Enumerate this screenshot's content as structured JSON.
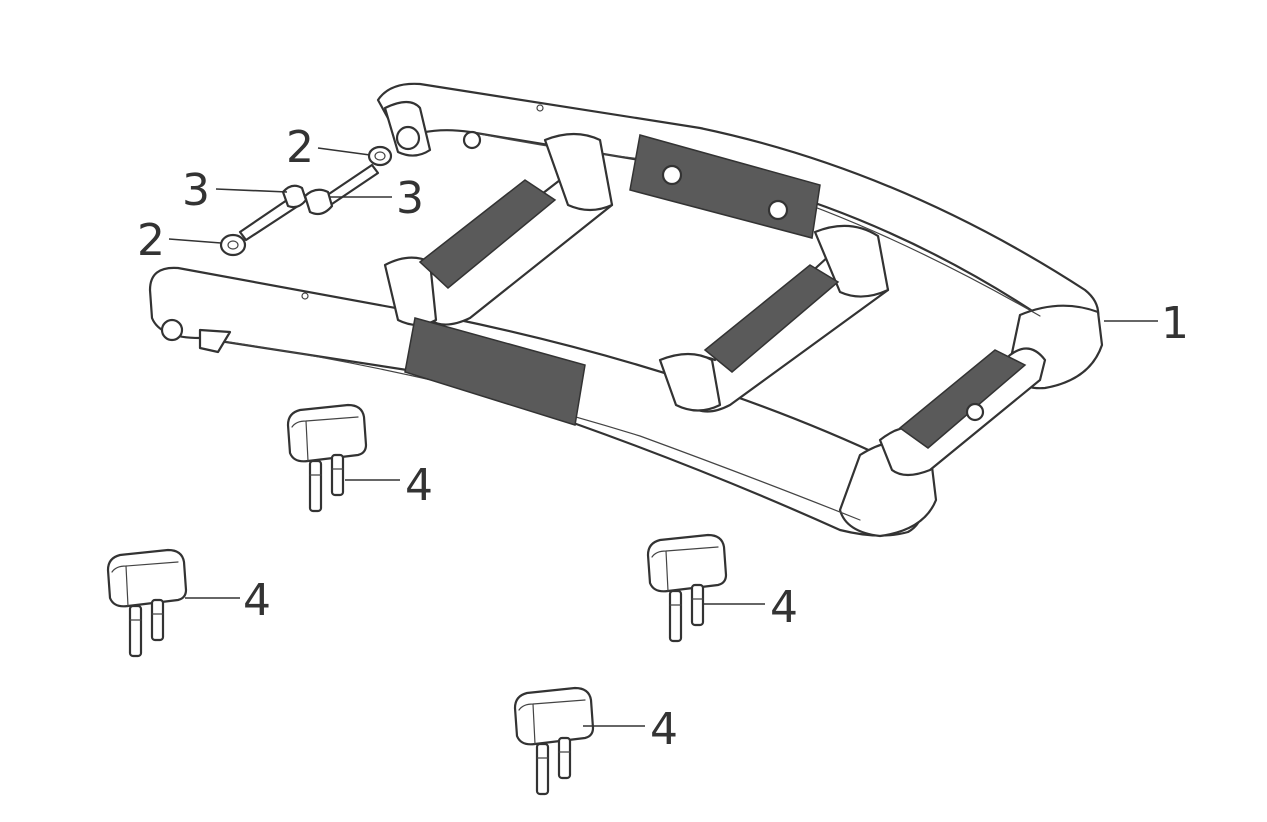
{
  "callouts": {
    "c1": "1",
    "c2a": "2",
    "c3a": "3",
    "c3b": "3",
    "c2b": "2",
    "c4a": "4",
    "c4b": "4",
    "c4c": "4",
    "c4d": "4"
  },
  "colors": {
    "line": "#333333",
    "grip": "#5a5a5a",
    "background": "#ffffff"
  }
}
